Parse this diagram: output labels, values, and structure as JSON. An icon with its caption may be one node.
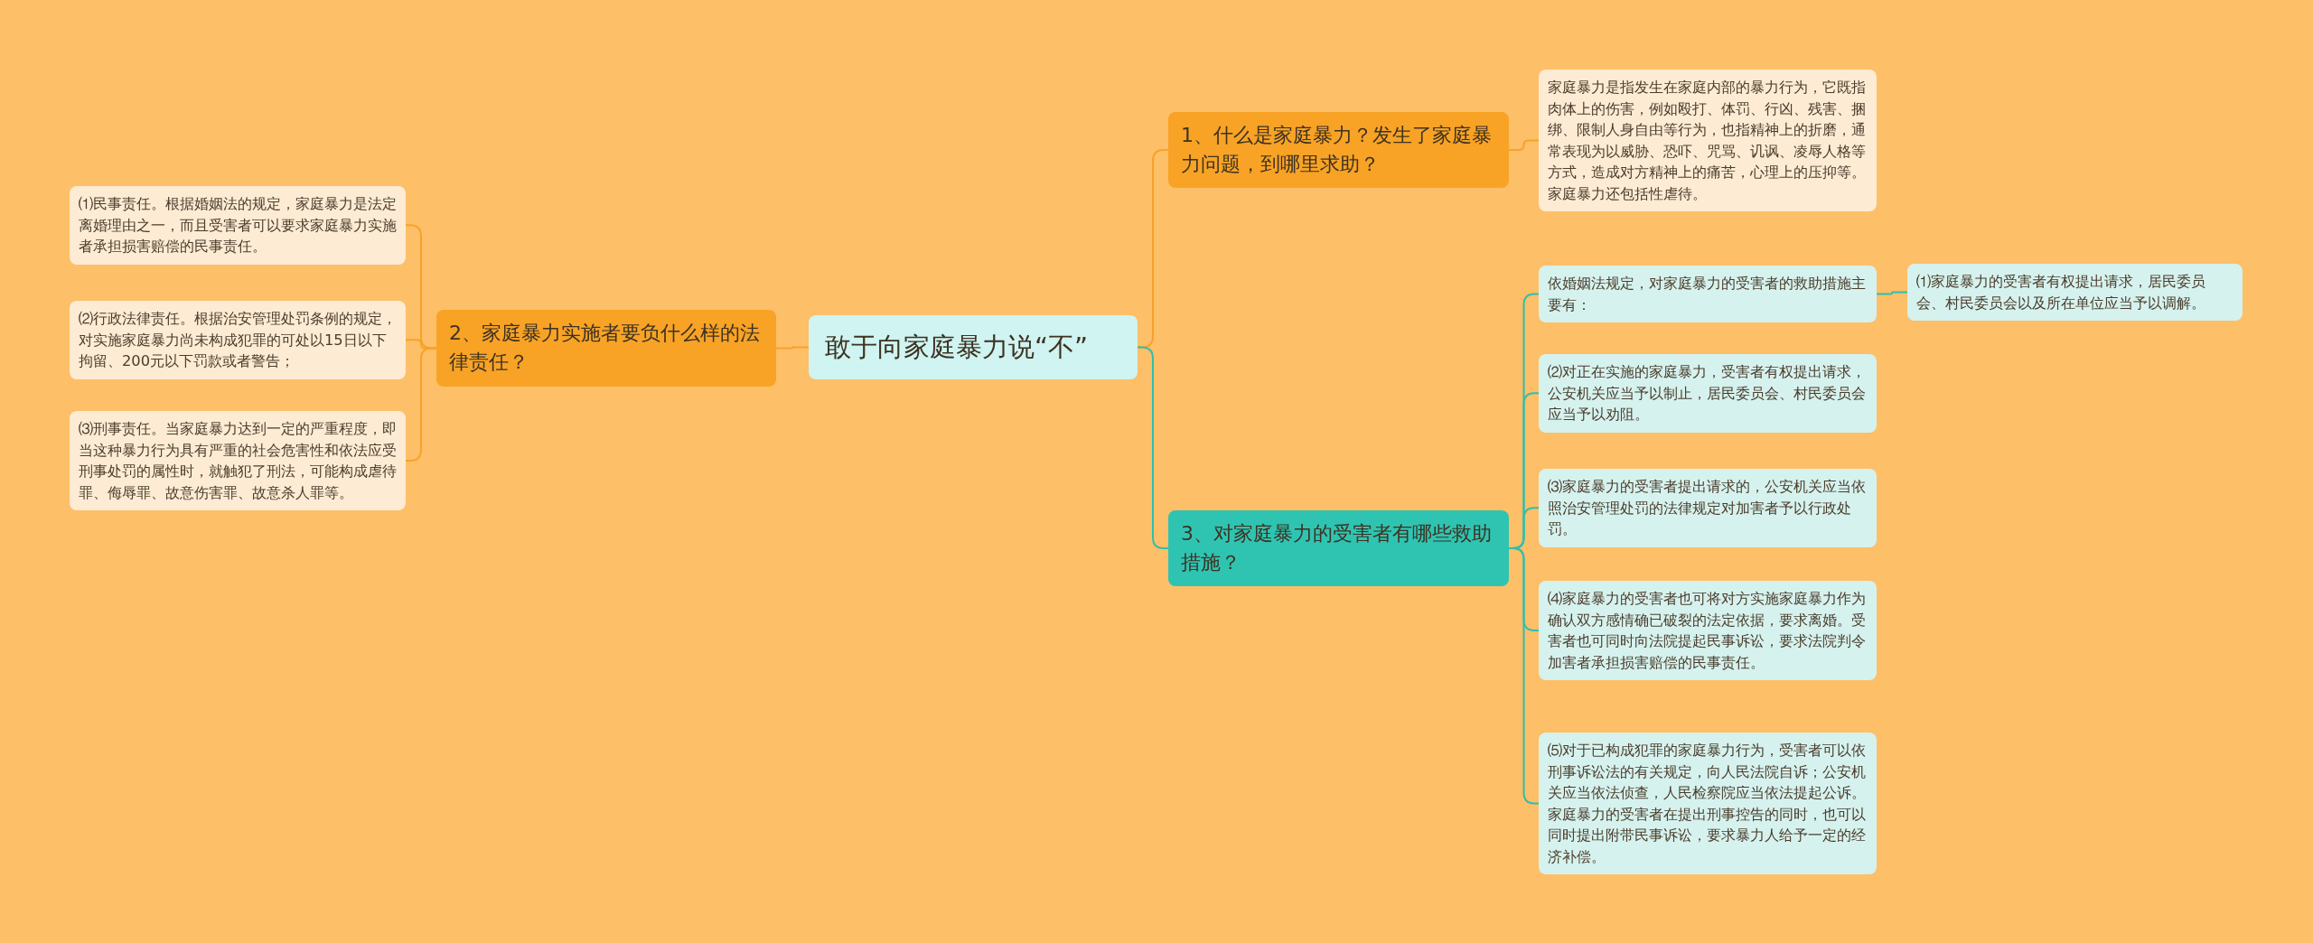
{
  "diagram": {
    "nodes": [
      {
        "text": [
          "敢于向家庭暴力说“不”"
        ]
      },
      {
        "text": [
          "1、什么是家庭暴力？发生了家庭暴力问题，到哪里求助？"
        ]
      },
      {
        "text": [
          "家庭暴力是指发生在家庭内部的暴力行为，它既指肉体上的伤害，例如殴打、体罚、行凶、残害、捆绑、限制人身自由等行为，也指精神上的折磨，通常表现为以威胁、恐吓、咒骂、讥讽、凌辱人格等方式，造成对方精神上的痛苦，心理上的压抑等。家庭暴力还包括性虐待。"
        ]
      },
      {
        "text": [
          "2、家庭暴力实施者要负什么样的法律责任？"
        ]
      },
      {
        "text": [
          "⑴民事责任。根据婚姻法的规定，家庭暴力是法定离婚理由之一，而且受害者可以要求家庭暴力实施者承担损害赔偿的民事责任。"
        ]
      },
      {
        "text": [
          "⑵行政法律责任。根据治安管理处罚条例的规定，对实施家庭暴力尚未构成犯罪的可处以15日以下拘留、200元以下罚款或者警告；"
        ]
      },
      {
        "text": [
          "⑶刑事责任。当家庭暴力达到一定的严重程度，即当这种暴力行为具有严重的社会危害性和依法应受刑事处罚的属性时，就触犯了刑法，可能构成虐待罪、侮辱罪、故意伤害罪、故意杀人罪等。"
        ]
      },
      {
        "text": [
          "3、对家庭暴力的受害者有哪些救助措施？"
        ]
      },
      {
        "text": [
          "依婚姻法规定，对家庭暴力的受害者的救助措施主要有："
        ]
      },
      {
        "text": [
          "⑴家庭暴力的受害者有权提出请求，居民委员会、村民委员会以及所在单位应当予以调解。"
        ]
      },
      {
        "text": [
          "⑵对正在实施的家庭暴力，受害者有权提出请求，公安机关应当予以制止，居民委员会、村民委员会应当予以劝阻。"
        ]
      },
      {
        "text": [
          "⑶家庭暴力的受害者提出请求的，公安机关应当依照治安管理处罚的法律规定对加害者予以行政处罚。"
        ]
      },
      {
        "text": [
          "⑷家庭暴力的受害者也可将对方实施家庭暴力作为确认双方感情确已破裂的法定依据，要求离婚。受害者也可同时向法院提起民事诉讼，要求法院判令加害者承担损害赔偿的民事责任。"
        ]
      },
      {
        "text": [
          "⑸对于已构成犯罪的家庭暴力行为，受害者可以依刑事诉讼法的有关规定，向人民法院自诉；公安机关应当依法侦查，人民检察院应当依法提起公诉。家庭暴力的受害者在提出刑事控告的同时，也可以同时提出附带民事诉讼，要求暴力人给予一定的经济补偿。"
        ]
      }
    ],
    "edges": [
      {
        "from": 0,
        "to": 1,
        "arrow": "none",
        "color": "#f7a228"
      },
      {
        "from": 1,
        "to": 2,
        "arrow": "none",
        "color": "#f7a228"
      },
      {
        "from": 0,
        "to": 3,
        "arrow": "none",
        "color": "#f7a228"
      },
      {
        "from": 3,
        "to": 4,
        "arrow": "none",
        "color": "#f7a228"
      },
      {
        "from": 3,
        "to": 5,
        "arrow": "none",
        "color": "#f7a228"
      },
      {
        "from": 3,
        "to": 6,
        "arrow": "none",
        "color": "#f7a228"
      },
      {
        "from": 0,
        "to": 7,
        "arrow": "none"
      },
      {
        "from": 7,
        "to": 8,
        "arrow": "none"
      },
      {
        "from": 8,
        "to": 9,
        "arrow": "none"
      },
      {
        "from": 7,
        "to": 10,
        "arrow": "none"
      },
      {
        "from": 7,
        "to": 11,
        "arrow": "none"
      },
      {
        "from": 7,
        "to": 12,
        "arrow": "none"
      },
      {
        "from": 7,
        "to": 13,
        "arrow": "none"
      }
    ]
  }
}
